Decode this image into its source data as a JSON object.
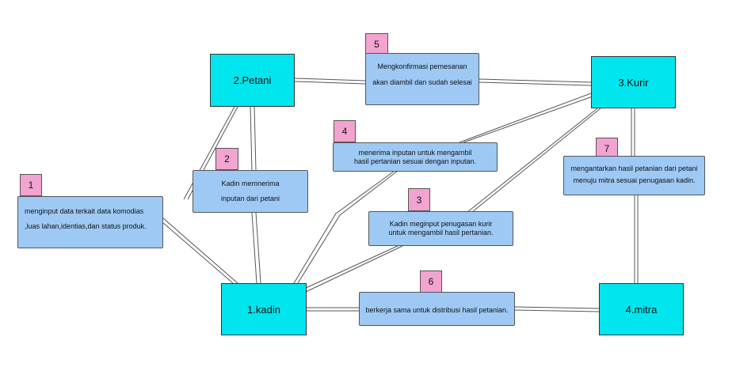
{
  "actors": {
    "kadin": "1.kadin",
    "petani": "2.Petani",
    "kurir": "3.Kurir",
    "mitra": "4.mitra"
  },
  "steps": {
    "s1": {
      "num": "1",
      "lines": [
        "menginput data terkait  data komodias",
        ",luas lahan,identias,dan status produk."
      ]
    },
    "s2": {
      "num": "2",
      "lines": [
        "Kadin memnerima",
        "inputan dari petani"
      ]
    },
    "s3": {
      "num": "3",
      "lines": [
        "Kadin meginput penugasan kurir",
        "untuk mengambil hasil pertanian."
      ]
    },
    "s4": {
      "num": "4",
      "lines": [
        "menerima inputan untuk mengambil",
        "hasil pertanian sesuai dengan inputan."
      ]
    },
    "s5": {
      "num": "5",
      "lines": [
        "Mengkonfirmasi pemesanan",
        "akan diambil dan sudah selesai"
      ]
    },
    "s6": {
      "num": "6",
      "lines": [
        "berkerja sama untuk distribusi hasil petanian."
      ]
    },
    "s7": {
      "num": "7",
      "lines": [
        "mengantarkan hasil petanian dari petani",
        "menuju mitra sesuai penugasan kadin."
      ]
    }
  }
}
